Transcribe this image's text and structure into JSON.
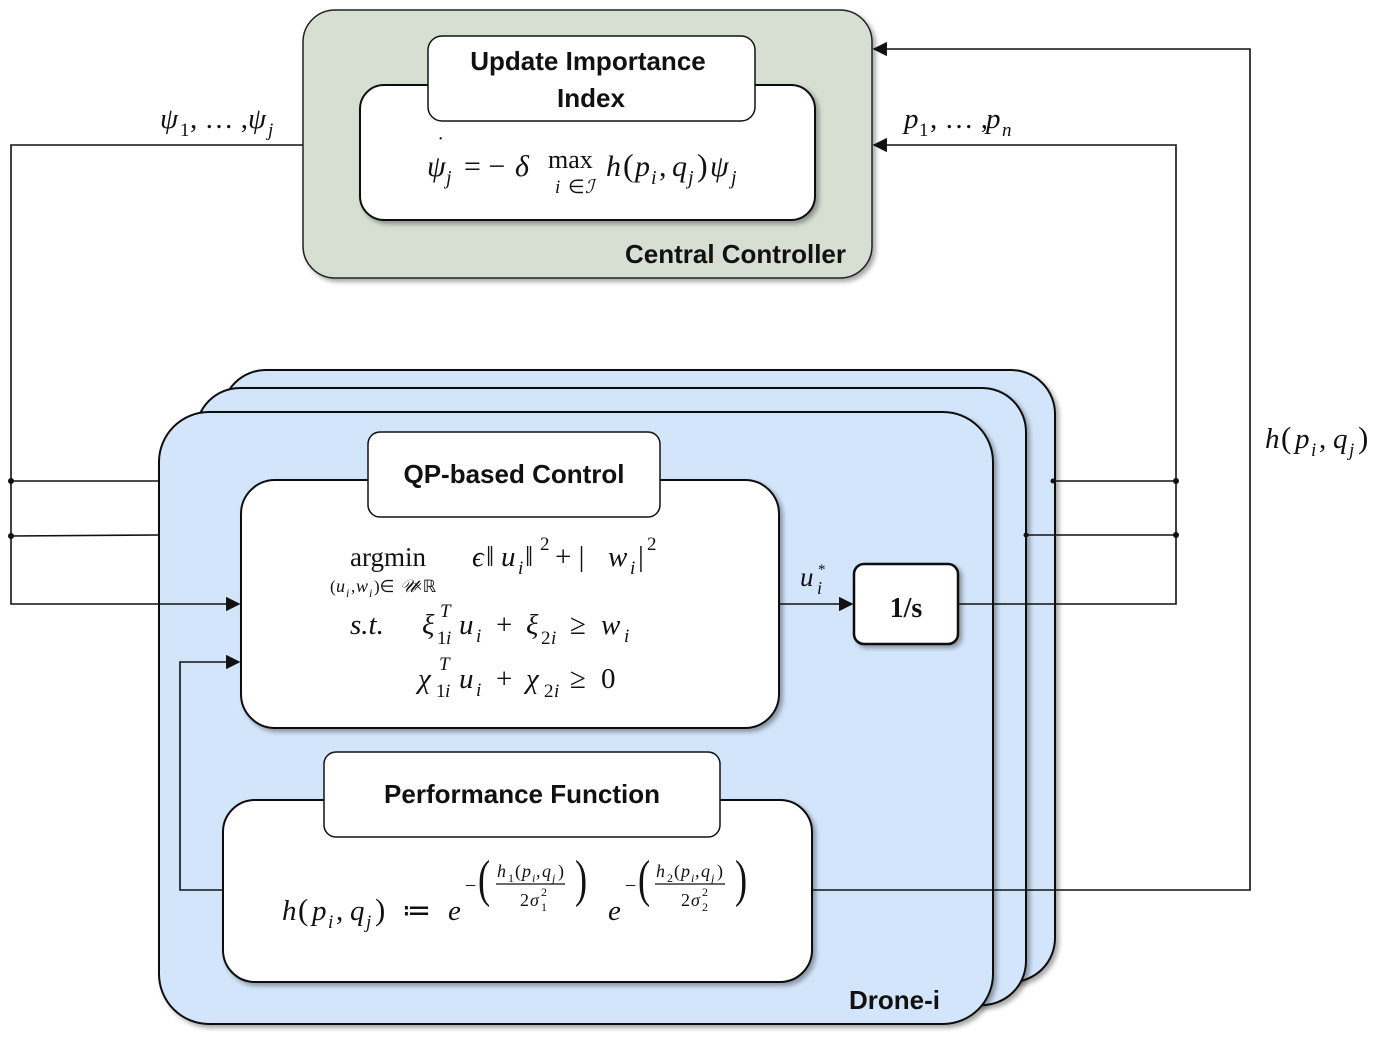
{
  "central_controller": {
    "title": "Central Controller",
    "update_box_title_line1": "Update Importance",
    "update_box_title_line2": "Index",
    "equation": "ψ̇_j = −δ max_{i∈ℐ} h(p_i, q_j) ψ_j"
  },
  "signals": {
    "psi_label": "ψ1, …, ψj",
    "p_label": "p1, …, pn",
    "h_label": "h(pi, qj)",
    "u_label": "ui*"
  },
  "drone": {
    "title": "Drone-i",
    "qp_title": "QP-based Control",
    "qp_equation": "argmin_{(ui,wi)∈𝒰×ℝ} ϵ‖ui‖² + |wi|²  s.t. ξ1iᵀ ui + ξ2i ≥ wi,  χ1iᵀ ui + χ2i ≥ 0",
    "integrator": "1/s",
    "perf_title": "Performance Function",
    "perf_equation": "h(pi, qj) ≔ e^{−(h1(pi,qj)/2σ1²)} e^{−(h2(pi,qj)/2σ2²)}"
  },
  "colors": {
    "controller_bg": "#d6dfd2",
    "drone_bg": "#d3e5fb",
    "line": "#111111"
  }
}
